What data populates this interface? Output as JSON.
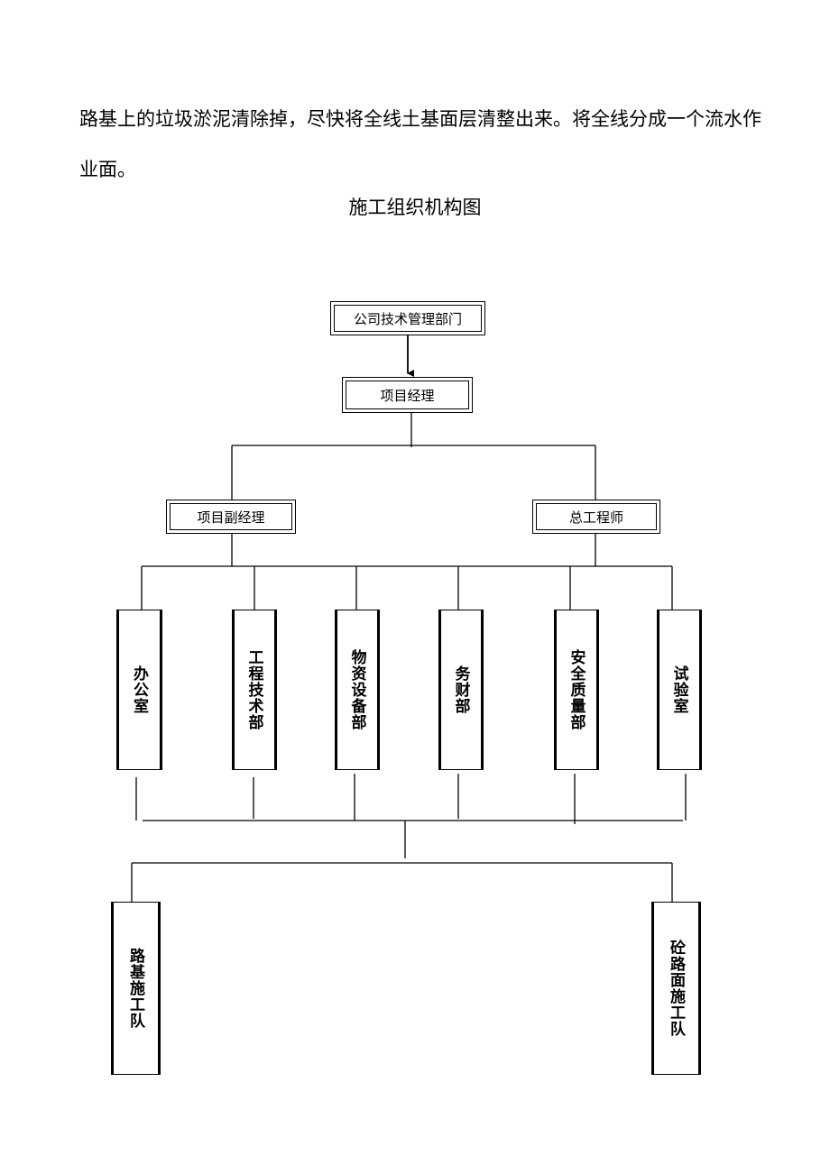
{
  "paragraph": "路基上的垃圾淤泥清除掉，尽快将全线土基面层清整出来。将全线分成一个流水作业面。",
  "title": "施工组织机构图",
  "nodes": {
    "company_dept": "公司技术管理部门",
    "project_manager": "项目经理",
    "deputy_manager": "项目副经理",
    "chief_engineer": "总工程师",
    "office": "办公室",
    "engineering_dept": "工程技术部",
    "materials_dept": "物资设备部",
    "finance_dept": "务财部",
    "safety_quality_dept": "安全质量部",
    "laboratory": "试验室",
    "roadbed_team": "路基施工队",
    "pavement_team": "砼路面施工队"
  }
}
